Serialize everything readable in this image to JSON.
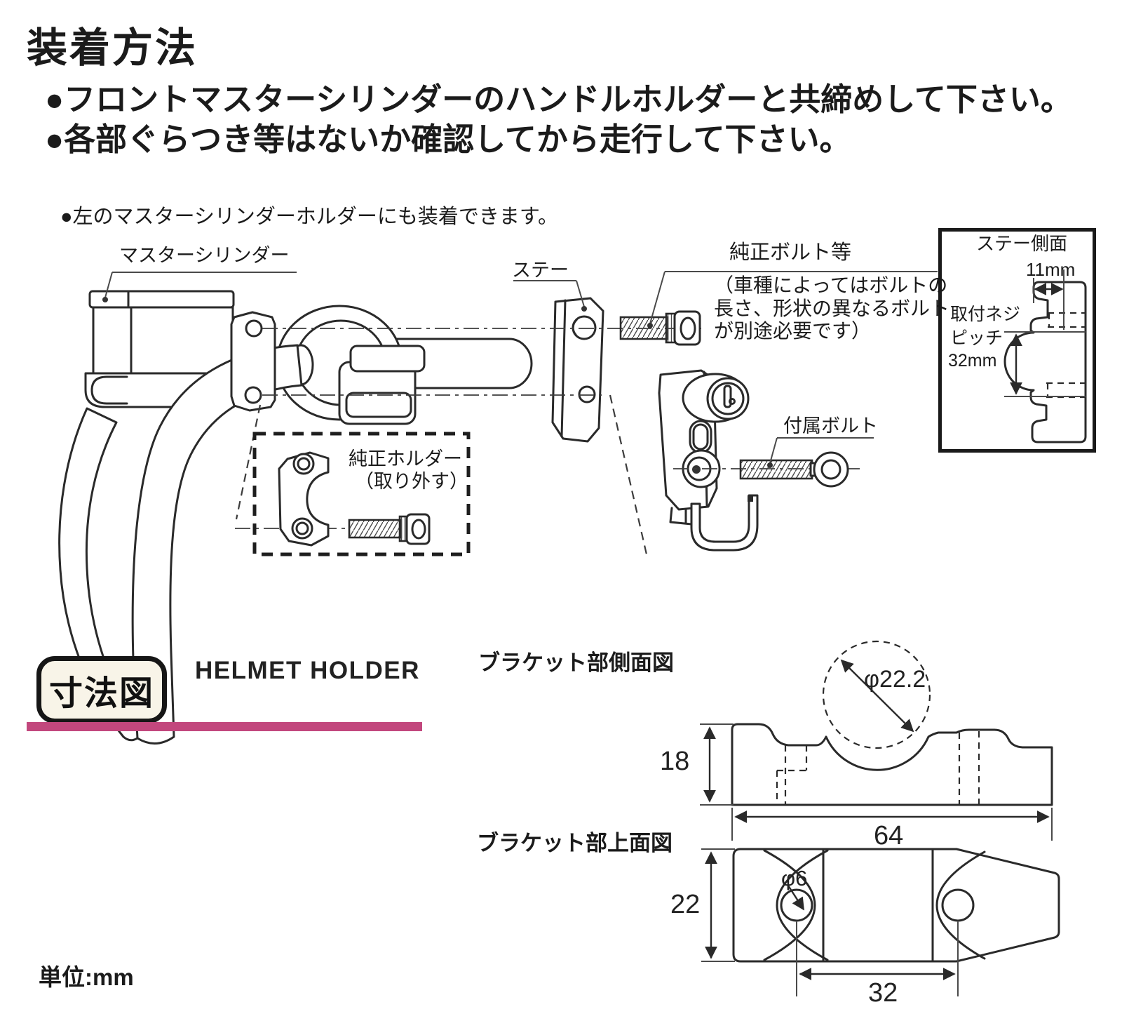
{
  "header": {
    "title": "装着方法",
    "bullet1": "●フロントマスターシリンダーのハンドルホルダーと共締めして下さい。",
    "bullet2": "●各部ぐらつき等はないか確認してから走行して下さい。",
    "note": "●左のマスターシリンダーホルダーにも装着できます。"
  },
  "installation_diagram": {
    "labels": {
      "master_cylinder": "マスターシリンダー",
      "stay": "ステー",
      "genuine_bolt": "純正ボルト等",
      "genuine_bolt_note": [
        "（車種によってはボルトの",
        "長さ、形状の異なるボルト",
        "が別途必要です）"
      ],
      "included_bolt": "付属ボルト",
      "genuine_holder": "純正ホルダー",
      "genuine_holder_sub": "（取り外す）"
    },
    "stay_side_inset": {
      "title": "ステー側面",
      "width_dim": "11mm",
      "pitch_line1": "取付ネジ",
      "pitch_line2": "ピッチ",
      "pitch_line3": "32mm"
    }
  },
  "dimension_section": {
    "badge": "寸法図",
    "product_name": "HELMET HOLDER",
    "unit": "単位:mm",
    "accent_color": "#c2477d",
    "side_view": {
      "label": "ブラケット部側面図",
      "bar_diameter": "φ22.2",
      "height": "18",
      "width": "64"
    },
    "top_view": {
      "label": "ブラケット部上面図",
      "hole_diameter": "φ6",
      "depth": "22",
      "hole_pitch": "32"
    }
  }
}
